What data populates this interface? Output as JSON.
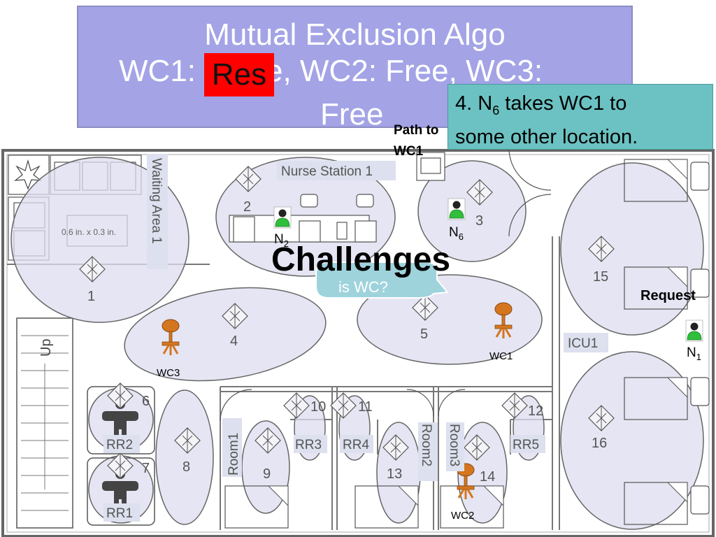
{
  "title": {
    "line1": "Mutual Exclusion Algo",
    "line2_a": "WC1:",
    "line2_hidden": "e, WC2: Free, WC3:",
    "line3": "Free",
    "res_label": "Res"
  },
  "step_note": {
    "prefix": "4. N",
    "sub": "6",
    "rest_line1": " takes WC1 to",
    "line2": "some other location."
  },
  "path_label": {
    "line1": "Path to",
    "line2": "WC1"
  },
  "request_label": "Request",
  "challenges_label": "Challenges",
  "bubble_text": "is WC?",
  "floorplan": {
    "rooms": {
      "nurse_station": "Nurse Station 1",
      "waiting_area": "Waiting Area 1",
      "icu": "ICU1",
      "room1": "Room1",
      "room2": "Room2",
      "room3": "Room3",
      "rr1": "RR1",
      "rr2": "RR2",
      "rr3": "RR3",
      "rr4": "RR4",
      "rr5": "RR5",
      "stairs": "Up",
      "table": "0.6 in. x 0.3 in."
    },
    "zones": [
      "1",
      "2",
      "3",
      "4",
      "5",
      "6",
      "7",
      "8",
      "9",
      "10",
      "11",
      "12",
      "13",
      "14",
      "15",
      "16"
    ],
    "nurses": [
      {
        "name": "N",
        "sub": "2"
      },
      {
        "name": "N",
        "sub": "6"
      },
      {
        "name": "N",
        "sub": "1"
      }
    ],
    "wheelchairs": [
      "WC1",
      "WC2",
      "WC3"
    ]
  },
  "colors": {
    "title_bg": "#a3a3e6",
    "res_bg": "#ff0000",
    "note_bg": "#6cc2c2",
    "zone_fill": "#dcdcef",
    "nurse_green": "#33bb33",
    "chair_orange": "#d4761f",
    "bubble": "#9fd3dc"
  }
}
